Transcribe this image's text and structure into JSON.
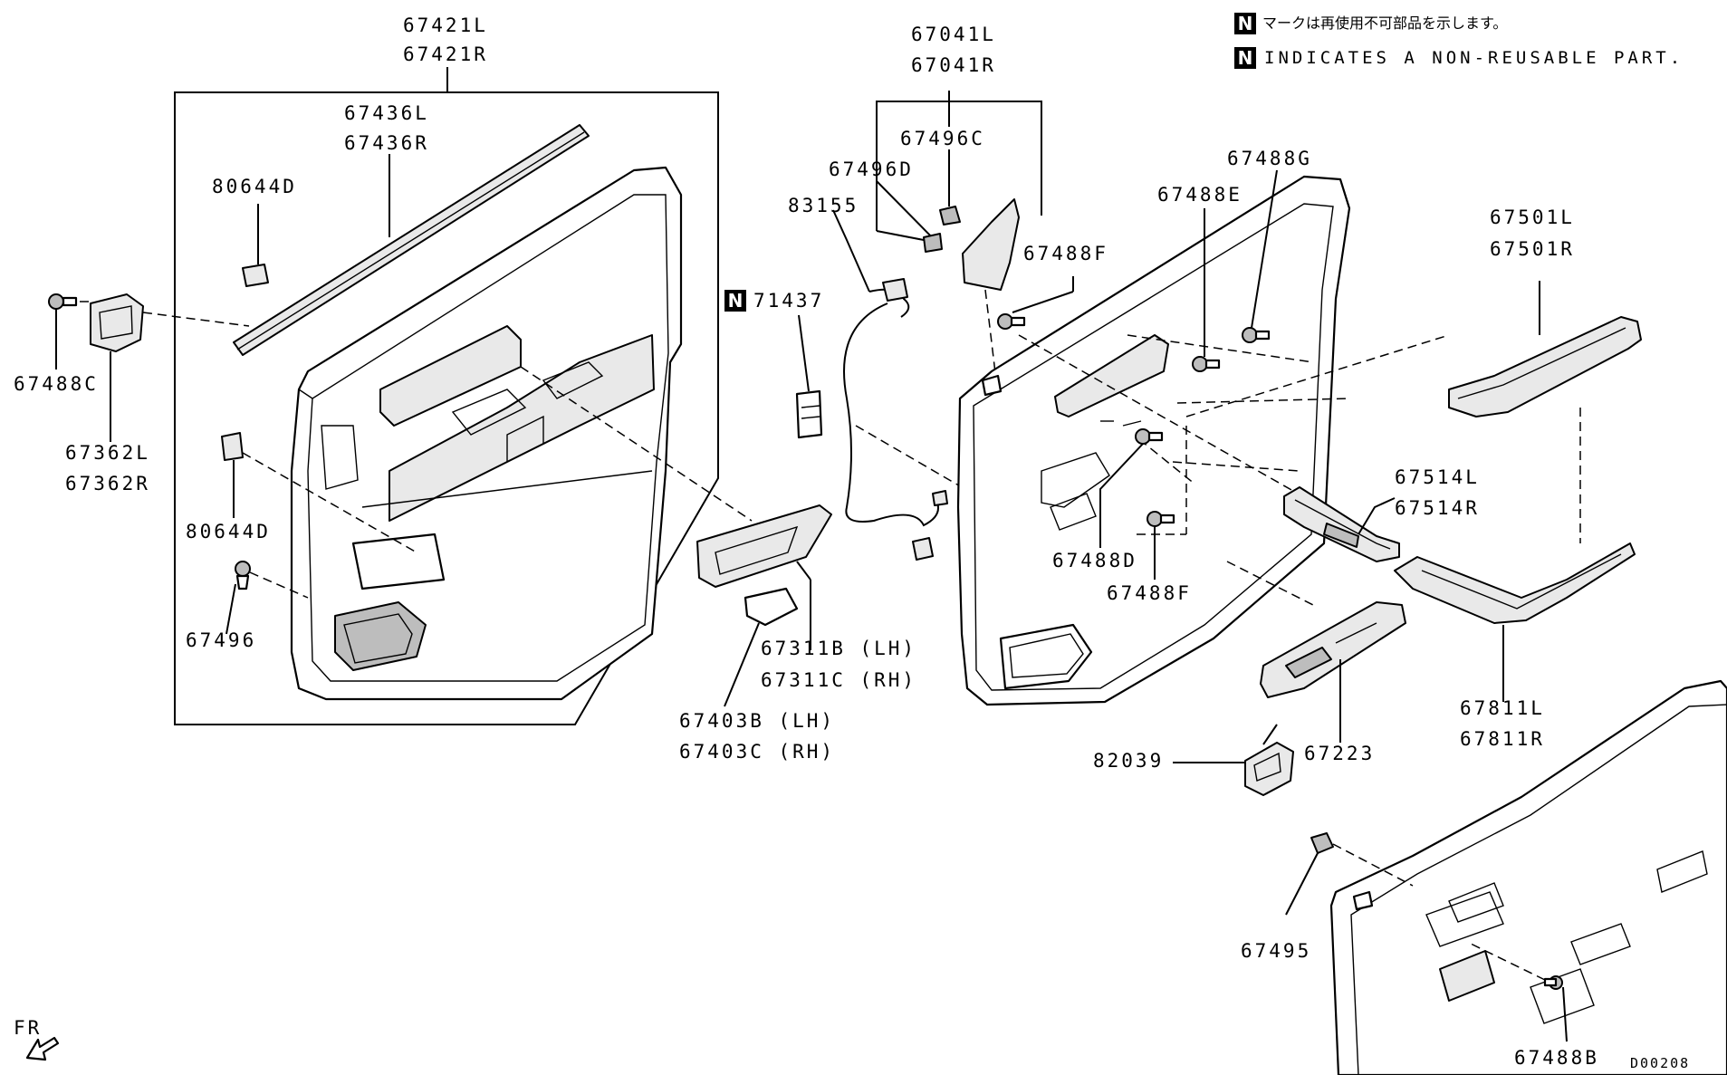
{
  "notes": {
    "badge_letter": "N",
    "japanese": "マークは再使用不可部品を示します。",
    "english": "INDICATES A NON-REUSABLE PART."
  },
  "parts": {
    "p67421": [
      "67421L",
      "67421R"
    ],
    "p67436": [
      "67436L",
      "67436R"
    ],
    "p80644d_top": "80644D",
    "p67488c": "67488C",
    "p67362": [
      "67362L",
      "67362R"
    ],
    "p80644d_bot": "80644D",
    "p67496": "67496",
    "p67041": [
      "67041L",
      "67041R"
    ],
    "p67496c": "67496C",
    "p67496d": "67496D",
    "p83155": "83155",
    "p71437": "71437",
    "p67311": [
      "67311B (LH)",
      "67311C (RH)"
    ],
    "p67403": [
      "67403B (LH)",
      "67403C (RH)"
    ],
    "p67488g": "67488G",
    "p67488e": "67488E",
    "p67488f_top": "67488F",
    "p67501": [
      "67501L",
      "67501R"
    ],
    "p67514": [
      "67514L",
      "67514R"
    ],
    "p67488d": "67488D",
    "p67488f_bot": "67488F",
    "p67811": [
      "67811L",
      "67811R"
    ],
    "p82039": "82039",
    "p67223": "67223",
    "p67495": "67495",
    "p67488b": "67488B"
  },
  "front_marker": "FR",
  "diagram_code": "D00208"
}
